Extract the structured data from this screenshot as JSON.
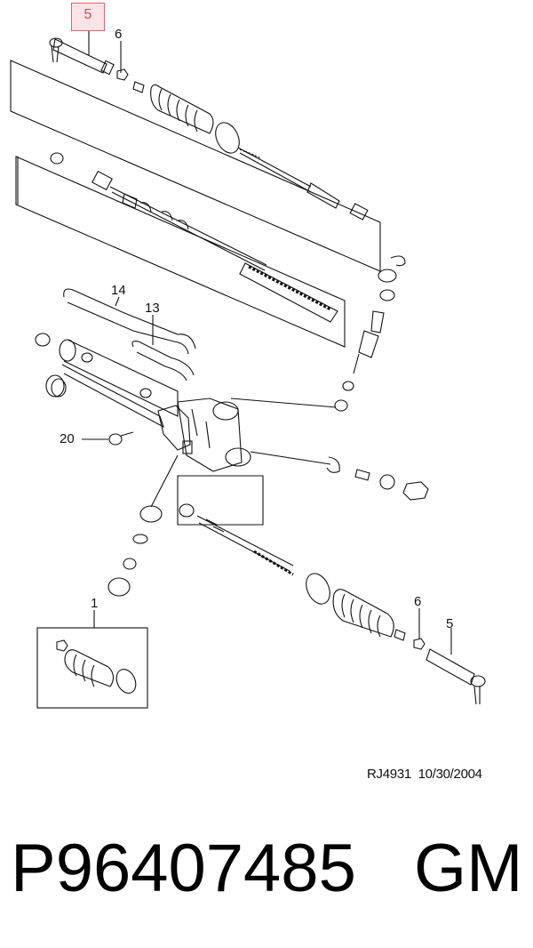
{
  "diagram": {
    "highlight_callout": "5",
    "callouts": {
      "c6_top": "6",
      "c14": "14",
      "c13": "13",
      "c20": "20",
      "c1": "1",
      "c6_bottom": "6",
      "c5_bottom": "5"
    },
    "drawing_ref": "RJ4931  10/30/2004"
  },
  "footer": {
    "part_number": "P96407485",
    "brand": "GM"
  },
  "colors": {
    "highlight_border": "#e06070",
    "highlight_fill": "#fbe3e6",
    "line": "#111111"
  }
}
